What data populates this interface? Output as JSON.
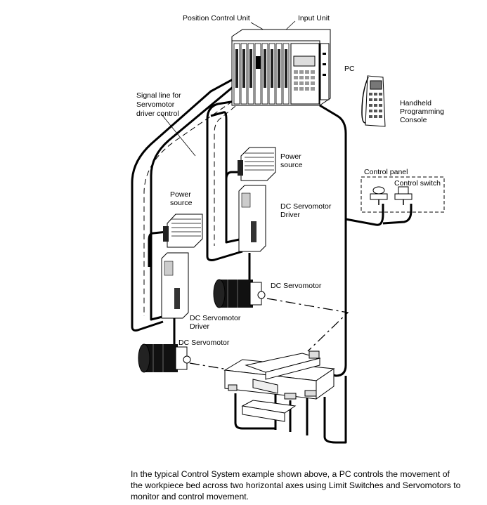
{
  "labels": {
    "position_control_unit": "Position Control Unit",
    "input_unit": "Input Unit",
    "pc": "PC",
    "signal_line": [
      "Signal line for",
      "Servomotor",
      "driver control"
    ],
    "handheld_console": [
      "Handheld",
      "Programming",
      "Console"
    ],
    "power_source_upper": [
      "Power",
      "source"
    ],
    "power_source_lower": [
      "Power",
      "source"
    ],
    "control_panel": "Control panel",
    "control_switch": "Control switch",
    "driver_upper": [
      "DC Servomotor",
      "Driver"
    ],
    "driver_lower": [
      "DC Servomotor",
      "Driver"
    ],
    "motor_upper": "DC Servomotor",
    "motor_lower": "DC Servomotor"
  },
  "caption": "In the typical Control System example shown above, a PC controls the movement of the workpiece bed across two horizontal axes using Limit Switches and Servomotors to monitor and control movement."
}
